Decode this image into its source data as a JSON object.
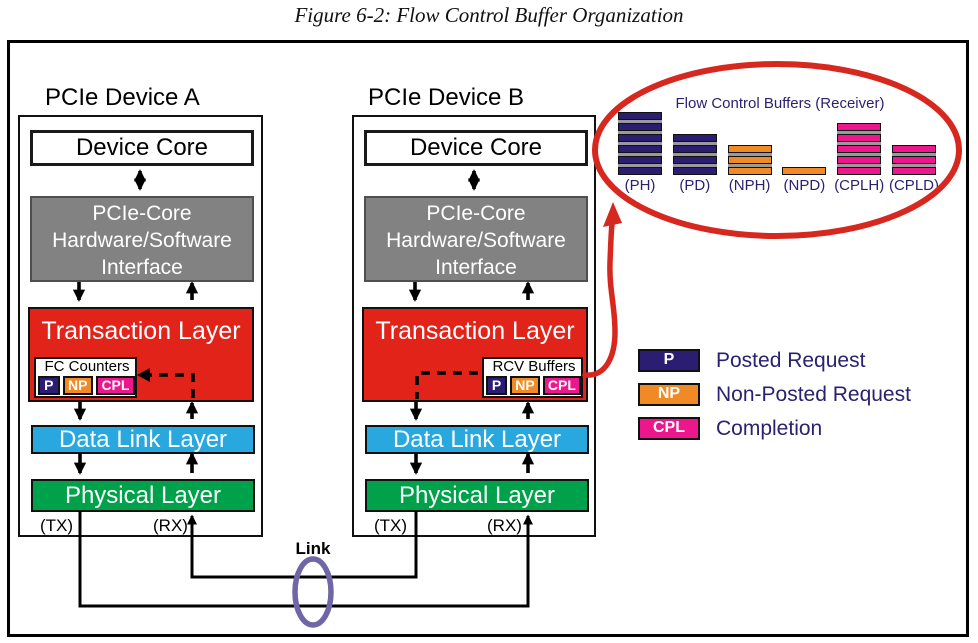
{
  "title": "Figure 6-2: Flow Control Buffer Organization",
  "devices": [
    {
      "name": "PCIe Device A",
      "core_label": "Device Core",
      "interface_lines": [
        "PCIe-Core",
        "Hardware/Software",
        "Interface"
      ],
      "transaction_label": "Transaction Layer",
      "counter_box_label": "FC Counters",
      "dll_label": "Data Link Layer",
      "phy_label": "Physical Layer",
      "tx_label": "(TX)",
      "rx_label": "(RX)"
    },
    {
      "name": "PCIe Device B",
      "core_label": "Device Core",
      "interface_lines": [
        "PCIe-Core",
        "Hardware/Software",
        "Interface"
      ],
      "transaction_label": "Transaction Layer",
      "counter_box_label": "RCV Buffers",
      "dll_label": "Data Link Layer",
      "phy_label": "Physical Layer",
      "tx_label": "(TX)",
      "rx_label": "(RX)"
    }
  ],
  "chips": {
    "p": "P",
    "np": "NP",
    "cpl": "CPL"
  },
  "flow_buffers": {
    "title": "Flow Control Buffers (Receiver)",
    "stacks": [
      {
        "label": "(PH)",
        "count": 6,
        "type": "posted"
      },
      {
        "label": "(PD)",
        "count": 4,
        "type": "posted"
      },
      {
        "label": "(NPH)",
        "count": 3,
        "type": "nonposted"
      },
      {
        "label": "(NPD)",
        "count": 1,
        "type": "nonposted"
      },
      {
        "label": "(CPLH)",
        "count": 5,
        "type": "completion"
      },
      {
        "label": "(CPLD)",
        "count": 3,
        "type": "completion"
      }
    ]
  },
  "legend": {
    "items": [
      {
        "chip": "P",
        "label": "Posted Request",
        "type": "posted"
      },
      {
        "chip": "NP",
        "label": "Non-Posted Request",
        "type": "nonposted"
      },
      {
        "chip": "CPL",
        "label": "Completion",
        "type": "completion"
      }
    ]
  },
  "link_label": "Link",
  "colors": {
    "posted": "#2b1d71",
    "nonposted": "#f08a24",
    "completion": "#ec168d",
    "transaction_red": "#e2231a",
    "dll_blue": "#29a8e0",
    "phy_green": "#00a14b",
    "interface_gray": "#828282",
    "annotation_red": "#d6281e",
    "link_purple": "#6f66a8",
    "legend_text": "#2b2171"
  }
}
